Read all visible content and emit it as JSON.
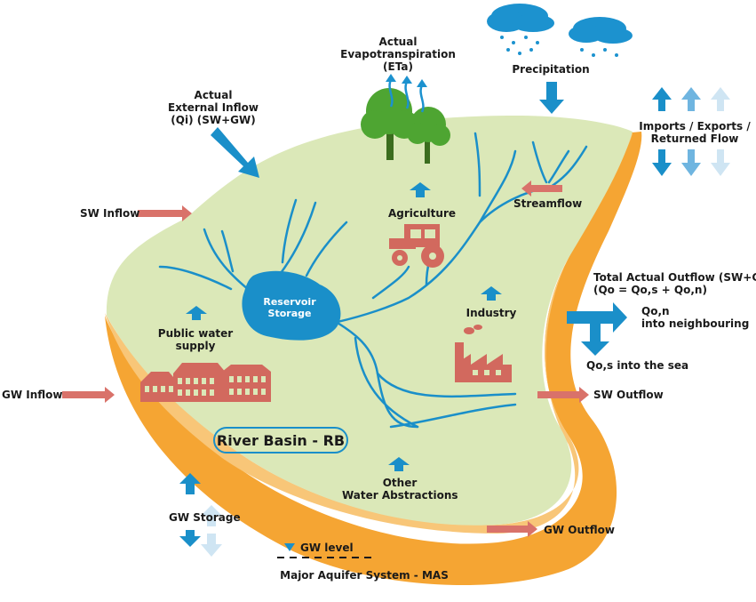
{
  "labels": {
    "eta": [
      "Actual",
      "Evapotranspiration",
      "(ETa)"
    ],
    "precipitation": "Precipitation",
    "external_inflow": [
      "Actual",
      "External Inflow",
      "(Qi) (SW+GW)"
    ],
    "imports": [
      "Imports / Exports /",
      "Returned Flow"
    ],
    "sw_inflow": "SW Inflow",
    "agriculture": "Agriculture",
    "streamflow": "Streamflow",
    "total_outflow": [
      "Total Actual Outflow (SW+GW)",
      "(Qo = Qo,s + Qo,n)"
    ],
    "reservoir": [
      "Reservoir",
      "Storage"
    ],
    "industry": "Industry",
    "qon": [
      "Qo,n",
      "into neighbouring"
    ],
    "public_supply": [
      "Public water",
      "supply"
    ],
    "qos": "Qo,s into the sea",
    "gw_inflow": "GW Inflow",
    "sw_outflow": "SW Outflow",
    "river_basin": "River Basin - RB",
    "other_abstractions": [
      "Other",
      "Water Abstractions"
    ],
    "gw_storage": "GW Storage",
    "gw_outflow": "GW Outflow",
    "gw_level": "GW level",
    "aquifer": "Major Aquifer System - MAS"
  },
  "colors": {
    "basin": "#dbe8b8",
    "aquifer": "#f5a533",
    "aquifer_light": "#f8c678",
    "water": "#1a8fc9",
    "arrow_red": "#d9726a",
    "building": "#d2695e",
    "tree": "#4ea532",
    "cloud": "#1c92cf"
  }
}
